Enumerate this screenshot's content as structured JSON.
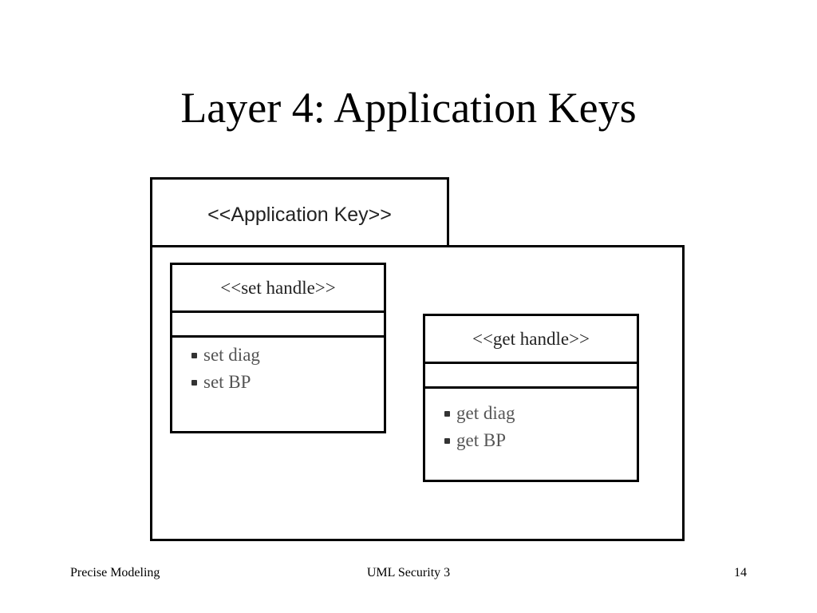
{
  "title": "Layer 4: Application Keys",
  "package": {
    "label": "<<Application Key>>"
  },
  "set_handle": {
    "name": "<<set handle>>",
    "operations": [
      "set diag",
      "set BP"
    ]
  },
  "get_handle": {
    "name": "<<get handle>>",
    "operations": [
      "get diag",
      "get BP"
    ]
  },
  "footer": {
    "left": "Precise Modeling",
    "center": "UML Security 3",
    "right": "14"
  }
}
